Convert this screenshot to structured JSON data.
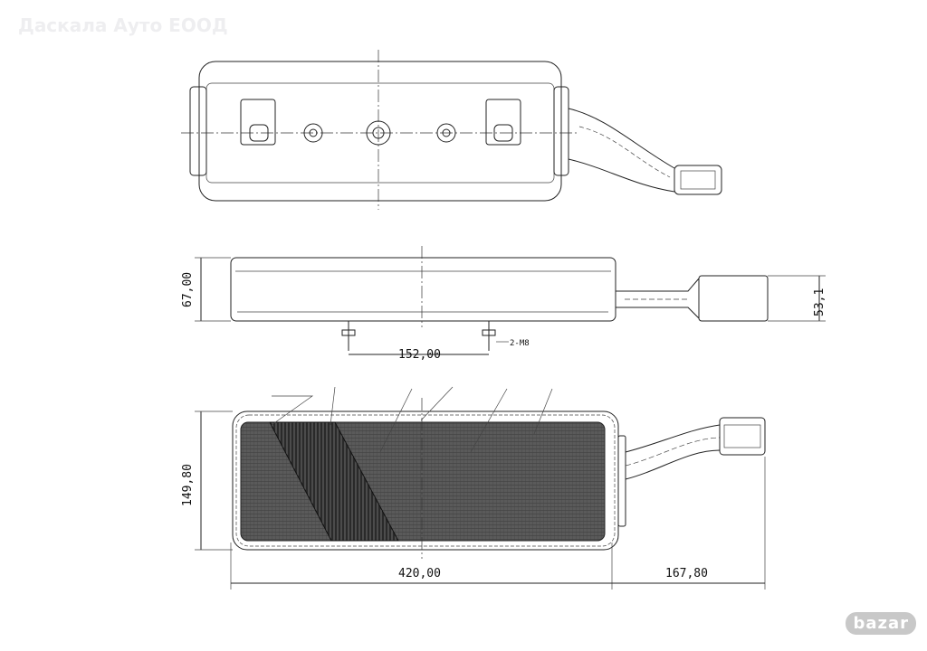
{
  "watermark": "Даскала Ауто ЕООД",
  "logo": "bazar",
  "dimensions": {
    "side_height": "67,00",
    "plug_height": "53,1",
    "stud_spacing": "152,00",
    "stud_thread": "2-M8",
    "front_height": "149,80",
    "body_length": "420,00",
    "cable_length": "167,80"
  }
}
